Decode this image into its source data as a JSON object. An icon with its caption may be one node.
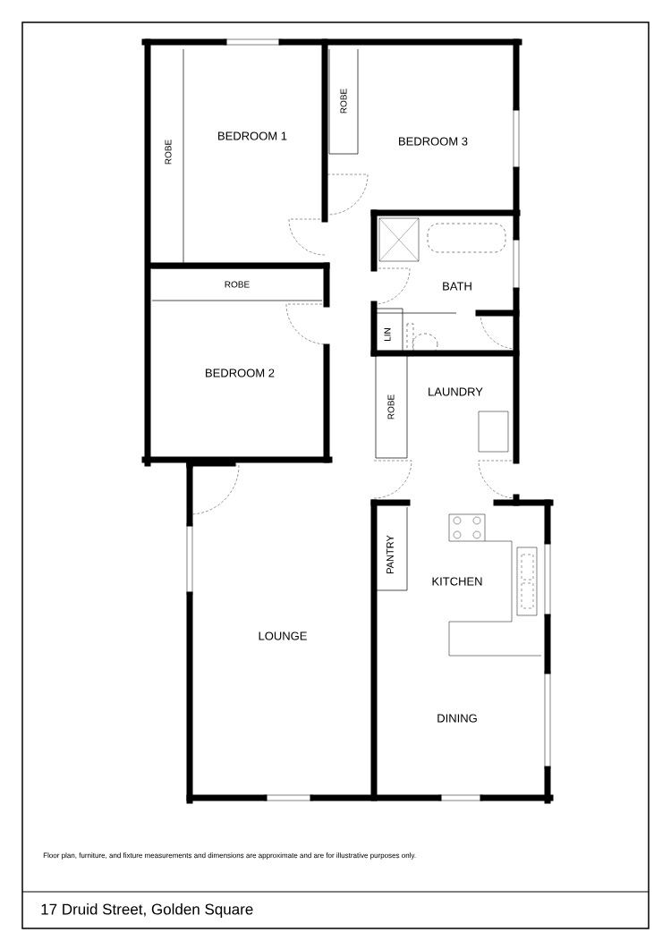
{
  "diagram": {
    "caption": "17 Druid Street, Golden Square",
    "labels": [
      "ROBE",
      "BEDROOM 1",
      "ROBE",
      "BEDROOM 3",
      "BATH",
      "ROBE",
      "LIN",
      "BEDROOM 2",
      "LAUNDRY",
      "ROBE",
      "PANTRY",
      "KITCHEN",
      "LOUNGE",
      "DINING",
      "Floor plan, furniture, and fixture measurements and dimensions are approximate and are for illustrative purposes only."
    ]
  }
}
